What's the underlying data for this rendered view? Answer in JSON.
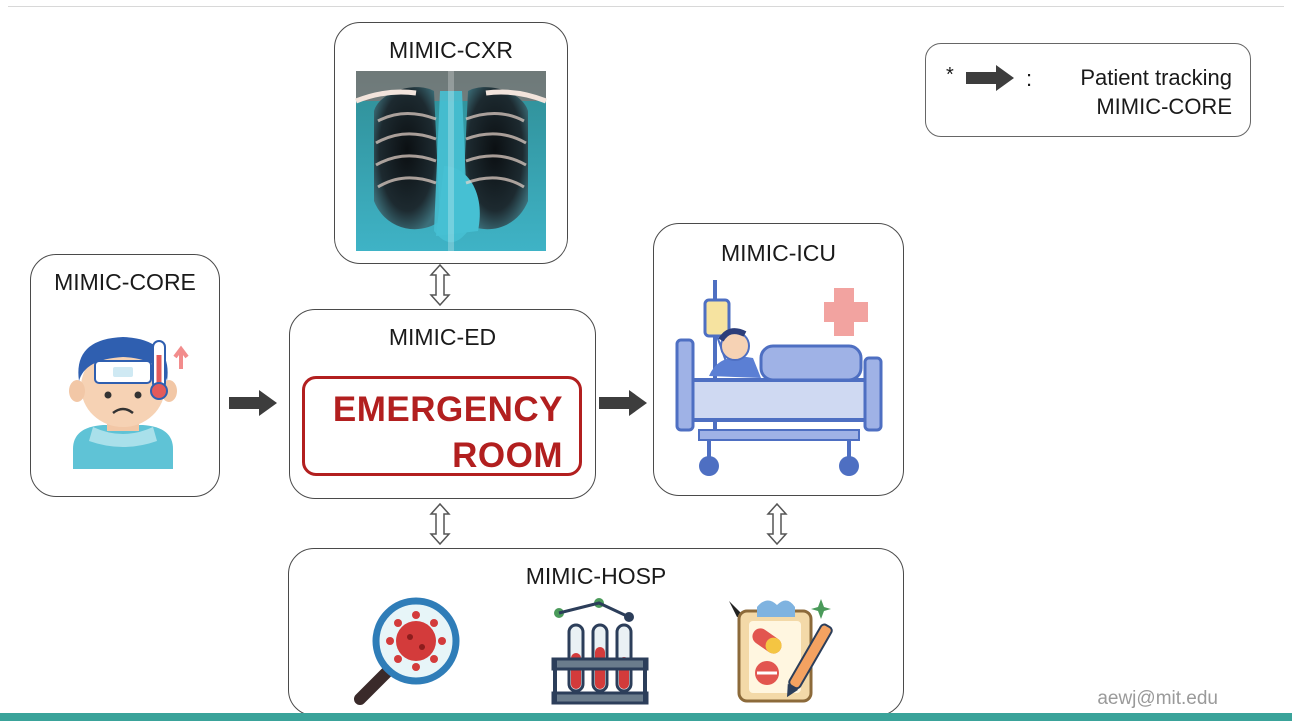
{
  "legend": {
    "star": "*",
    "colon": ":",
    "line1": "Patient tracking",
    "line2": "MIMIC-CORE",
    "arrow_icon": "right-arrow-icon"
  },
  "boxes": {
    "core": {
      "title": "MIMIC-CORE",
      "icon": "sick-child-thermometer-icon"
    },
    "cxr": {
      "title": "MIMIC-CXR",
      "image": "chest-xray-image"
    },
    "ed": {
      "title": "MIMIC-ED",
      "sign_line1": "EMERGENCY",
      "sign_line2": "ROOM"
    },
    "icu": {
      "title": "MIMIC-ICU",
      "icon": "hospital-bed-patient-icon"
    },
    "hosp": {
      "title": "MIMIC-HOSP",
      "icons": [
        "virus-magnifier-icon",
        "test-tubes-icon",
        "prescription-clipboard-icon"
      ]
    }
  },
  "footer": {
    "email": "aewj@mit.edu"
  },
  "colors": {
    "accent_red": "#b21f1f",
    "teal_bar": "#3aa39a",
    "arrow": "#3d3d3d"
  }
}
